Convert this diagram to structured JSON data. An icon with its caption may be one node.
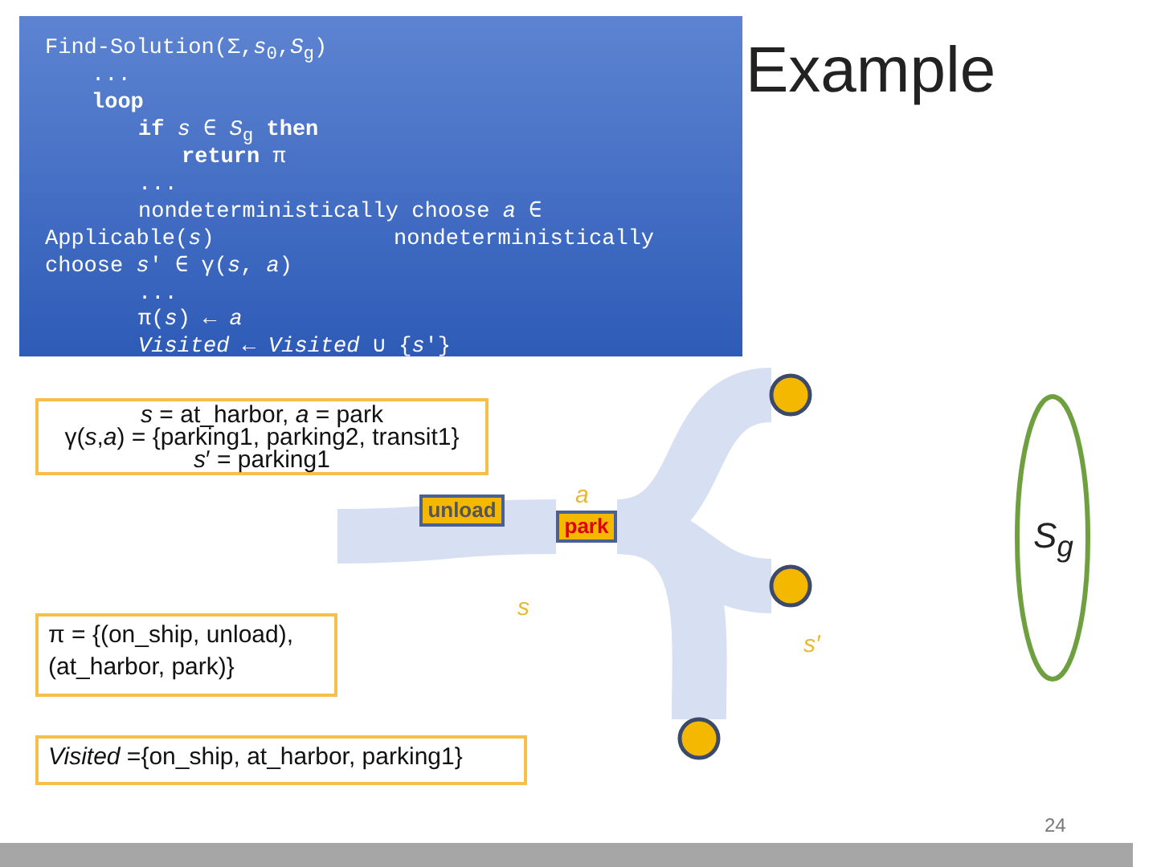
{
  "diagram": {
    "title": "Example",
    "nodes": [
      {
        "text": [
          "Find-Solution(Σ,*s*$_{0}$,*S*$_{g}$)",
          "...",
          "**loop**",
          "**if** *s* ∈ *S*$_{g}$ **then**",
          "**return** π",
          "...",
          "nondeterministically choose *a* ∈",
          "Applicable(*s*)",
          "nondeterministically",
          "choose *s*′ ∈ γ(*s*, *a*)",
          "...",
          "π(*s*) ← *a*",
          "*Visited* ← *Visited* ∪ {*s*′}"
        ]
      },
      {
        "text": [
          "*s* = at_harbor,  *a* = park",
          "γ(*s*,*a*) = {parking1, parking2, transit1}",
          "*s*′ = parking1"
        ]
      },
      {
        "text": [
          "unload"
        ]
      },
      {
        "text": [
          "park"
        ]
      },
      {
        "text": [],
        "shape": "circle"
      },
      {
        "text": [
          "*S*$_{g}$"
        ]
      },
      {
        "text": [],
        "shape": "circle"
      },
      {
        "text": [
          "π = {(on_ship, unload), (at_harbor, park)}"
        ]
      },
      {
        "text": [],
        "shape": "circle"
      },
      {
        "text": [
          "*Visited* ={on_ship, at_harbor, parking1}"
        ]
      }
    ],
    "edges": [
      {
        "from": null,
        "to": 3,
        "arrow": "none"
      },
      {
        "from": 3,
        "to": 4,
        "arrow": "none"
      },
      {
        "from": 3,
        "to": 6,
        "arrow": "none"
      },
      {
        "from": 3,
        "to": 8,
        "arrow": "none"
      }
    ],
    "labels": [
      "*a*",
      "*s*",
      "*s*′",
      "24"
    ]
  }
}
